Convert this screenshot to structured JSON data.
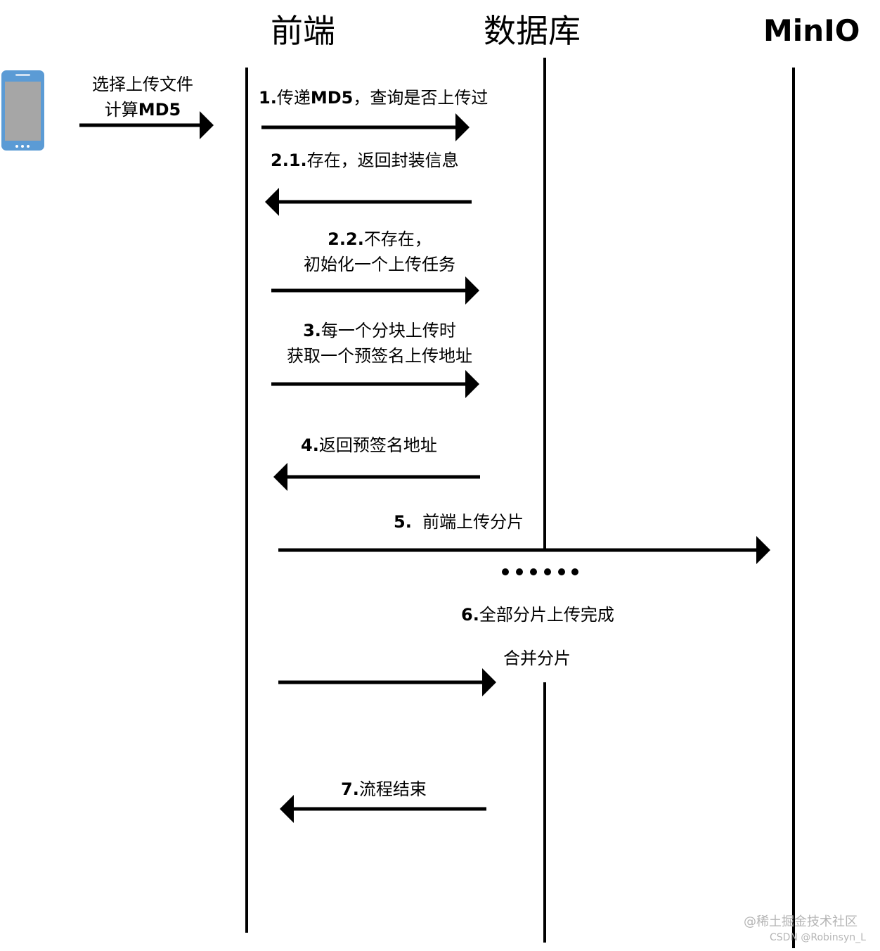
{
  "lanes": {
    "frontend": "前端",
    "database": "数据库",
    "minio": "MinIO"
  },
  "client": {
    "line1": "选择上传文件",
    "line2_prefix": "计算",
    "line2_bold": "MD5"
  },
  "steps": {
    "s1": {
      "num": "1.",
      "text": "传递",
      "bold": "MD5",
      "rest": "，查询是否上传过"
    },
    "s21": {
      "num": "2.1.",
      "text": "存在，返回封装信息"
    },
    "s22": {
      "num": "2.2.",
      "line1": "不存在，",
      "line2": "初始化一个上传任务"
    },
    "s3": {
      "num": "3.",
      "line1": "每一个分块上传时",
      "line2": "获取一个预签名上传地址"
    },
    "s4": {
      "num": "4.",
      "text": "返回预签名地址"
    },
    "s5": {
      "num": "5.",
      "text": "前端上传分片"
    },
    "s6": {
      "num": "6.",
      "line1": "全部分片上传完成",
      "line2": "合并分片"
    },
    "s7": {
      "num": "7.",
      "text": "流程结束"
    }
  },
  "watermark": {
    "line1": "@稀土掘金技术社区",
    "line2": "CSDN @Robinsyn_L"
  },
  "colors": {
    "line": "#000000",
    "phone_body": "#5b9bd5",
    "phone_screen": "#a6a6a6",
    "watermark": "#b5b5b5"
  }
}
